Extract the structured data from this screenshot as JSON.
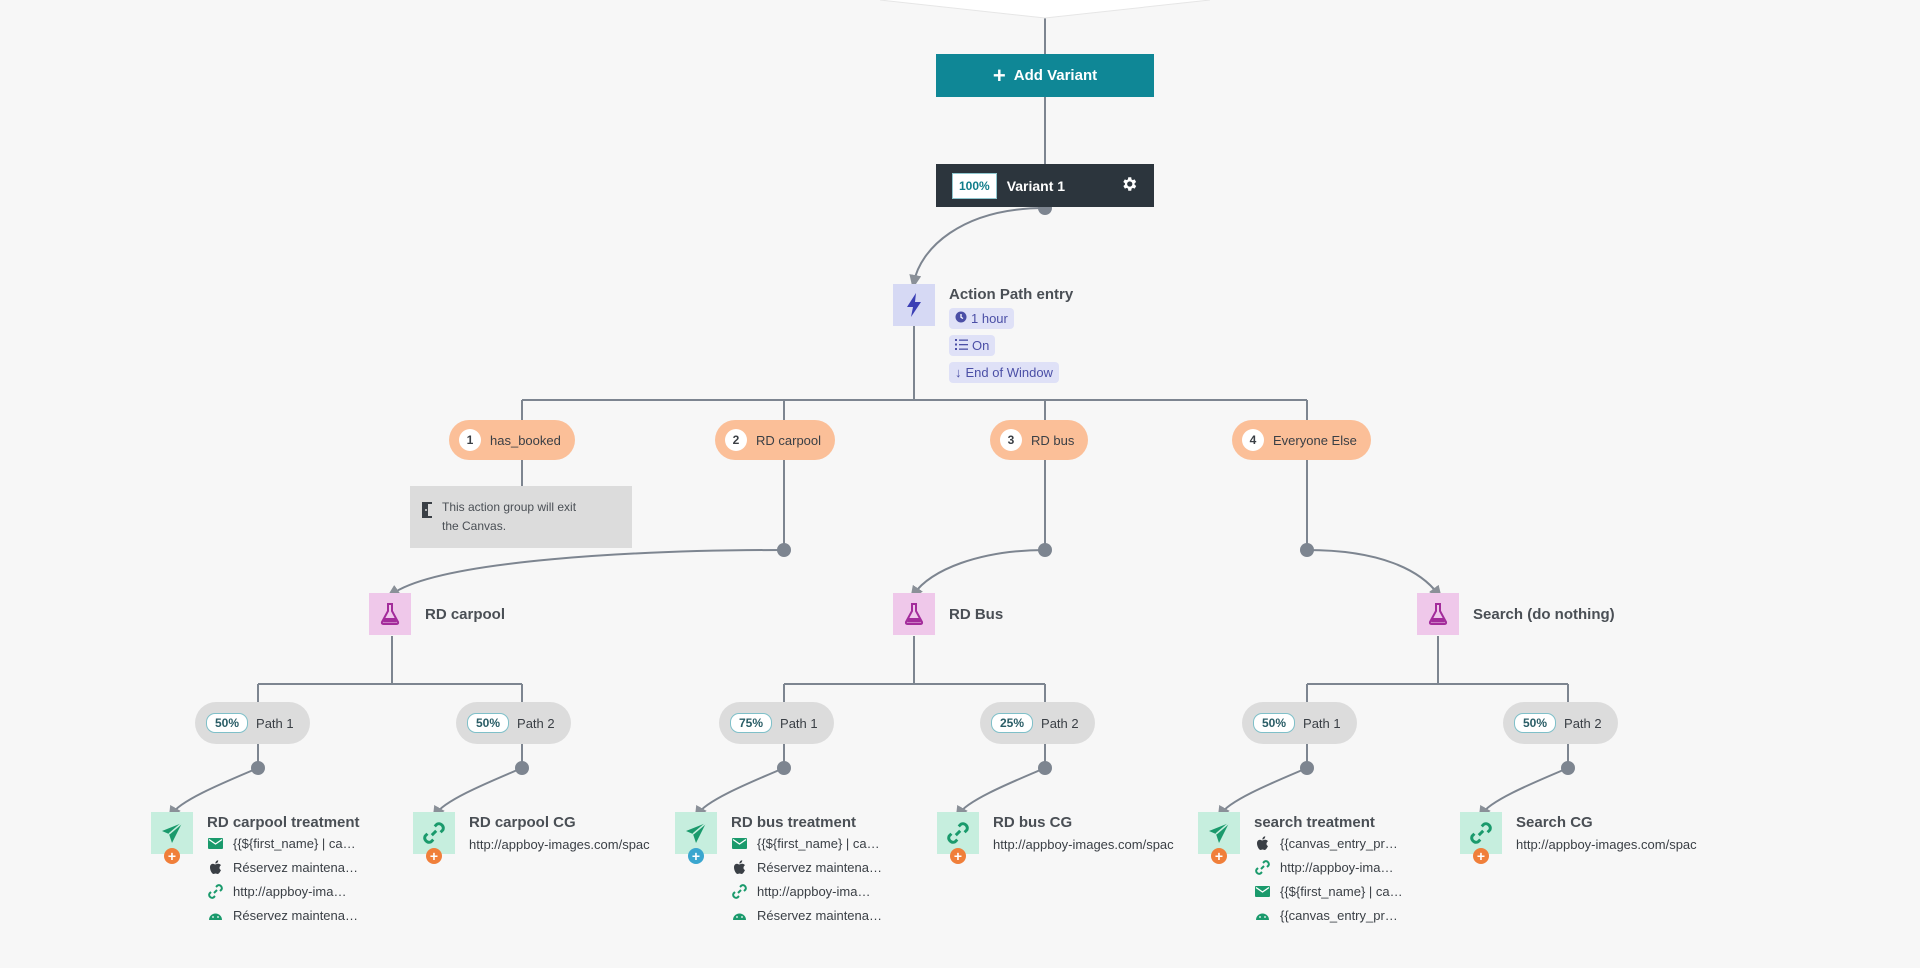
{
  "top": {
    "add_variant_label": "Add Variant"
  },
  "variant": {
    "percent": "100%",
    "name": "Variant 1"
  },
  "action_path": {
    "title": "Action Path entry",
    "tags": [
      "1 hour",
      "On",
      "End of Window"
    ]
  },
  "groups": [
    {
      "num": "1",
      "label": "has_booked"
    },
    {
      "num": "2",
      "label": "RD carpool"
    },
    {
      "num": "3",
      "label": "RD bus"
    },
    {
      "num": "4",
      "label": "Everyone Else"
    }
  ],
  "exit_note": {
    "line1": "This action group will exit",
    "line2": "the Canvas."
  },
  "experiments": [
    {
      "title": "RD carpool"
    },
    {
      "title": "RD Bus"
    },
    {
      "title": "Search (do nothing)"
    }
  ],
  "paths": [
    {
      "pct": "50%",
      "label": "Path 1"
    },
    {
      "pct": "50%",
      "label": "Path 2"
    },
    {
      "pct": "75%",
      "label": "Path 1"
    },
    {
      "pct": "25%",
      "label": "Path 2"
    },
    {
      "pct": "50%",
      "label": "Path 1"
    },
    {
      "pct": "50%",
      "label": "Path 2"
    }
  ],
  "messages": [
    {
      "title": "RD carpool treatment",
      "lines": [
        "{{${first_name} | ca…",
        "Réservez maintena…",
        "http://appboy-ima…",
        "Réservez maintena…"
      ],
      "icons": [
        "email-icon",
        "apple-icon",
        "link-icon",
        "android-icon"
      ]
    },
    {
      "title": "RD carpool CG",
      "url": "http://appboy-images.com/spac"
    },
    {
      "title": "RD bus treatment",
      "lines": [
        "{{${first_name} | ca…",
        "Réservez maintena…",
        "http://appboy-ima…",
        "Réservez maintena…"
      ],
      "icons": [
        "email-icon",
        "apple-icon",
        "link-icon",
        "android-icon"
      ]
    },
    {
      "title": "RD bus CG",
      "url": "http://appboy-images.com/spac"
    },
    {
      "title": "search treatment",
      "lines": [
        "{{canvas_entry_pr…",
        "http://appboy-ima…",
        "{{${first_name} | ca…",
        "{{canvas_entry_pr…"
      ],
      "icons": [
        "apple-icon",
        "link-icon",
        "email-icon",
        "android-icon"
      ]
    },
    {
      "title": "Search CG",
      "url": "http://appboy-images.com/spac"
    }
  ],
  "colors": {
    "teal": "#0f8796",
    "dark": "#2c353d",
    "orange_pill": "#fbbf98",
    "connector": "#7d8590",
    "message_green": "#1a9a6c",
    "experiment_purple": "#a32c9b",
    "action_blue": "#3b3fb5"
  }
}
